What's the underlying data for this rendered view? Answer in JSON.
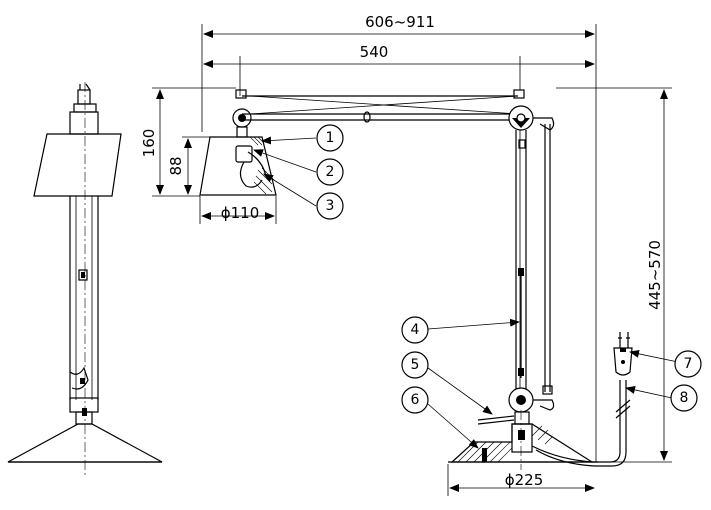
{
  "dimensions": {
    "top_width": "606~911",
    "arm_width": "540",
    "shade_total_height": "160",
    "shade_height": "88",
    "shade_diameter": "ϕ110",
    "base_diameter": "ϕ225",
    "total_height": "445~570"
  },
  "callouts": [
    {
      "number": "1"
    },
    {
      "number": "2"
    },
    {
      "number": "3"
    },
    {
      "number": "4"
    },
    {
      "number": "5"
    },
    {
      "number": "6"
    },
    {
      "number": "7"
    },
    {
      "number": "8"
    }
  ],
  "colors": {
    "line": "#000000",
    "background": "#ffffff"
  }
}
